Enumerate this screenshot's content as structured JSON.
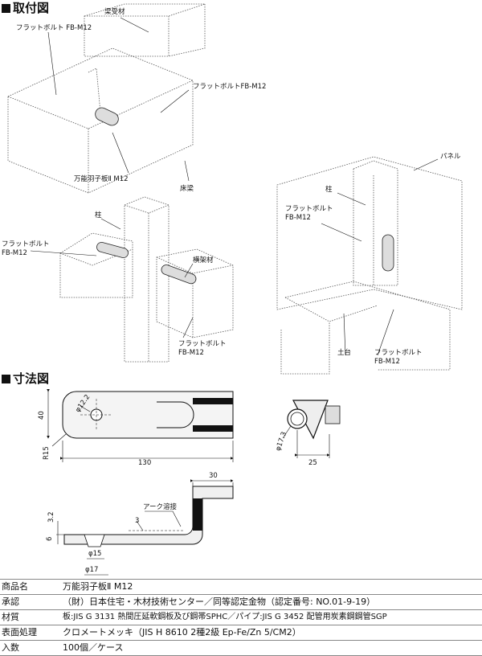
{
  "sections": {
    "install": "取付図",
    "dimensions": "寸法図"
  },
  "labels": {
    "beam_receiver": "梁受材",
    "flat_bolt_1": "フラットボルト FB-M12",
    "flat_bolt_2": "フラットボルトFB-M12",
    "product_label": "万能羽子板Ⅱ M12",
    "floor_beam": "床梁",
    "column_mid": "柱",
    "flat_bolt_left_1": "フラットボルト",
    "flat_bolt_left_2": "FB-M12",
    "horizontal_frame": "横架材",
    "flat_bolt_bottom_1": "フラットボルト",
    "flat_bolt_bottom_2": "FB-M12",
    "panel": "パネル",
    "column_right": "柱",
    "flat_bolt_right_1": "フラットボルト",
    "flat_bolt_right_2": "FB-M12",
    "sill": "土台",
    "flat_bolt_sill_1": "フラットボルト",
    "flat_bolt_sill_2": "FB-M12"
  },
  "dimensions": {
    "hole_dia": "φ12.2",
    "height": "40",
    "radius": "R15",
    "length": "130",
    "pipe_dia": "φ17.3",
    "width": "25",
    "side_30": "30",
    "arc_weld": "アーク溶接",
    "thick_32": "3.2",
    "thick_3": "3",
    "thick_6": "6",
    "boss_15": "φ15",
    "boss_17": "φ17"
  },
  "specs": [
    {
      "key": "商品名",
      "value": "万能羽子板Ⅱ M12"
    },
    {
      "key": "承認",
      "value": "（財）日本住宅・木材技術センター／同等認定金物（認定番号: NO.01-9-19）"
    },
    {
      "key": "材質",
      "value": "板:JIS G 3131 熱間圧延軟鋼板及び鋼帯SPHC／パイプ:JIS G 3452 配管用炭素鋼鋼管SGP"
    },
    {
      "key": "表面処理",
      "value": "クロメートメッキ（JIS H 8610 2種2級 Ep-Fe/Zn 5/CM2）"
    },
    {
      "key": "入数",
      "value": "100個／ケース"
    }
  ]
}
